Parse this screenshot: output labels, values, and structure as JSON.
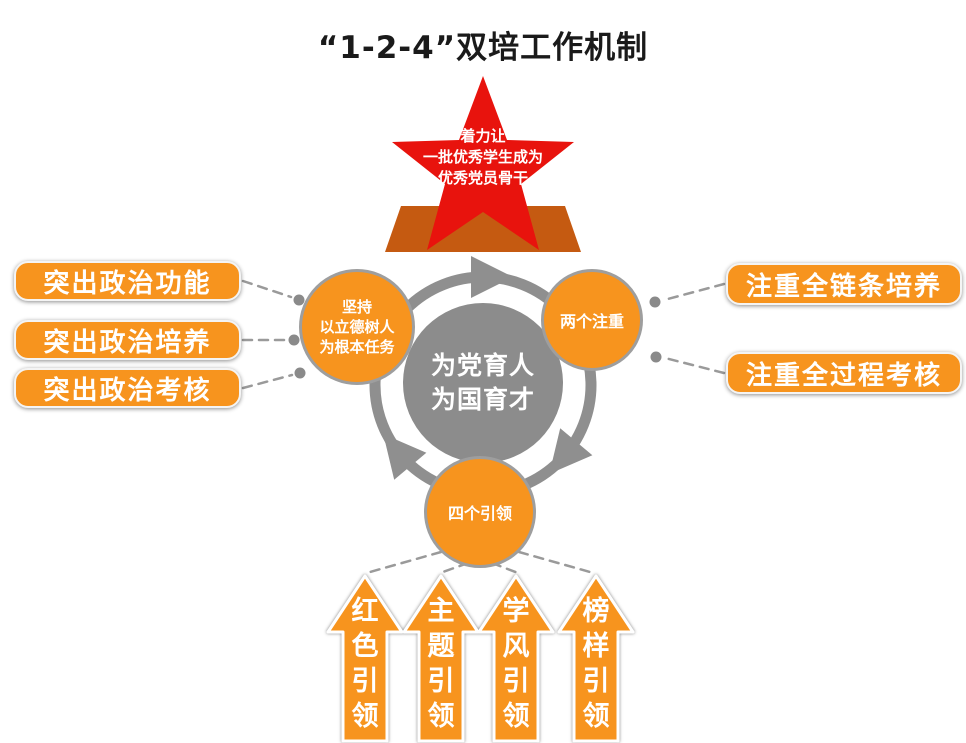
{
  "title": "“1-2-4”双培工作机制",
  "star": {
    "line1": "着力让",
    "line2": "一批优秀学生成为",
    "line3": "优秀党员骨干"
  },
  "center_circle": {
    "line1": "为党育人",
    "line2": "为国育才"
  },
  "node_left": {
    "line1": "坚持",
    "line2": "以立德树人",
    "line3": "为根本任务"
  },
  "node_right": {
    "label": "两个注重"
  },
  "node_bottom": {
    "label": "四个引领"
  },
  "left_items": [
    {
      "label": "突出政治功能"
    },
    {
      "label": "突出政治培养"
    },
    {
      "label": "突出政治考核"
    }
  ],
  "right_items": [
    {
      "label": "注重全链条培养"
    },
    {
      "label": "注重全过程考核"
    }
  ],
  "bottom_arrows": [
    {
      "label": "红色引领"
    },
    {
      "label": "主题引领"
    },
    {
      "label": "学风引领"
    },
    {
      "label": "榜样引领"
    }
  ],
  "colors": {
    "orange": "#F7941E",
    "red": "#E8130D",
    "dark-orange": "#C55A11",
    "gray": "#8C8C8C",
    "ink": "#1A1A1A"
  }
}
